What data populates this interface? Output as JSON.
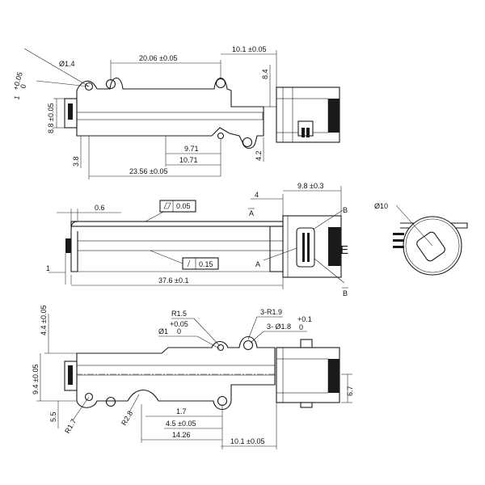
{
  "top_view": {
    "dims": {
      "d_hole": "Ø1.4",
      "tol_top": "+0.05",
      "tol_bottom": "0",
      "tol_base": "1",
      "len_20_06": "20.06 ±0.05",
      "len_10_1": "10.1 ±0.05",
      "h_8_4": "8.4",
      "h_8_8": "8.8 ±0.05",
      "h_3_8": "3.8",
      "len_9_71": "9.71",
      "len_10_71": "10.71",
      "len_23_56": "23.56 ±0.05",
      "h_4_2": "4.2"
    }
  },
  "side_view": {
    "dims": {
      "d_0_6": "0.6",
      "flatness_value": "0.05",
      "d_4": "4",
      "d_9_8": "9.8 ±0.3",
      "section_a_top": "A",
      "section_b_top": "B",
      "section_a_bottom": "A",
      "section_b_bottom": "B",
      "label_e": "E",
      "perp_value": "0.15",
      "d_1": "1",
      "len_37_6": "37.6 ±0.1"
    }
  },
  "end_view": {
    "dims": {
      "d_10": "Ø10"
    }
  },
  "bottom_view": {
    "dims": {
      "h_4_4": "4.4 ±0.05",
      "r_1_5": "R1.5",
      "tol_top": "+0.05",
      "d_1": "Ø1",
      "tol_zero": "0",
      "r_3_1_9": "3-R1.9",
      "tol2_top": "+0.1",
      "d_3_1_8": "3- Ø1.8",
      "tol2_zero": "0",
      "h_9_4": "9.4 ±0.05",
      "h_5_5": "5.5",
      "r_1_7": "R1.7",
      "r_2_8": "R2.8",
      "len_1_7": "1.7",
      "len_4_5": "4.5 ±0.05",
      "len_14_26": "14.26",
      "len_10_1": "10.1 ±0.05",
      "h_6_7": "6.7"
    }
  }
}
